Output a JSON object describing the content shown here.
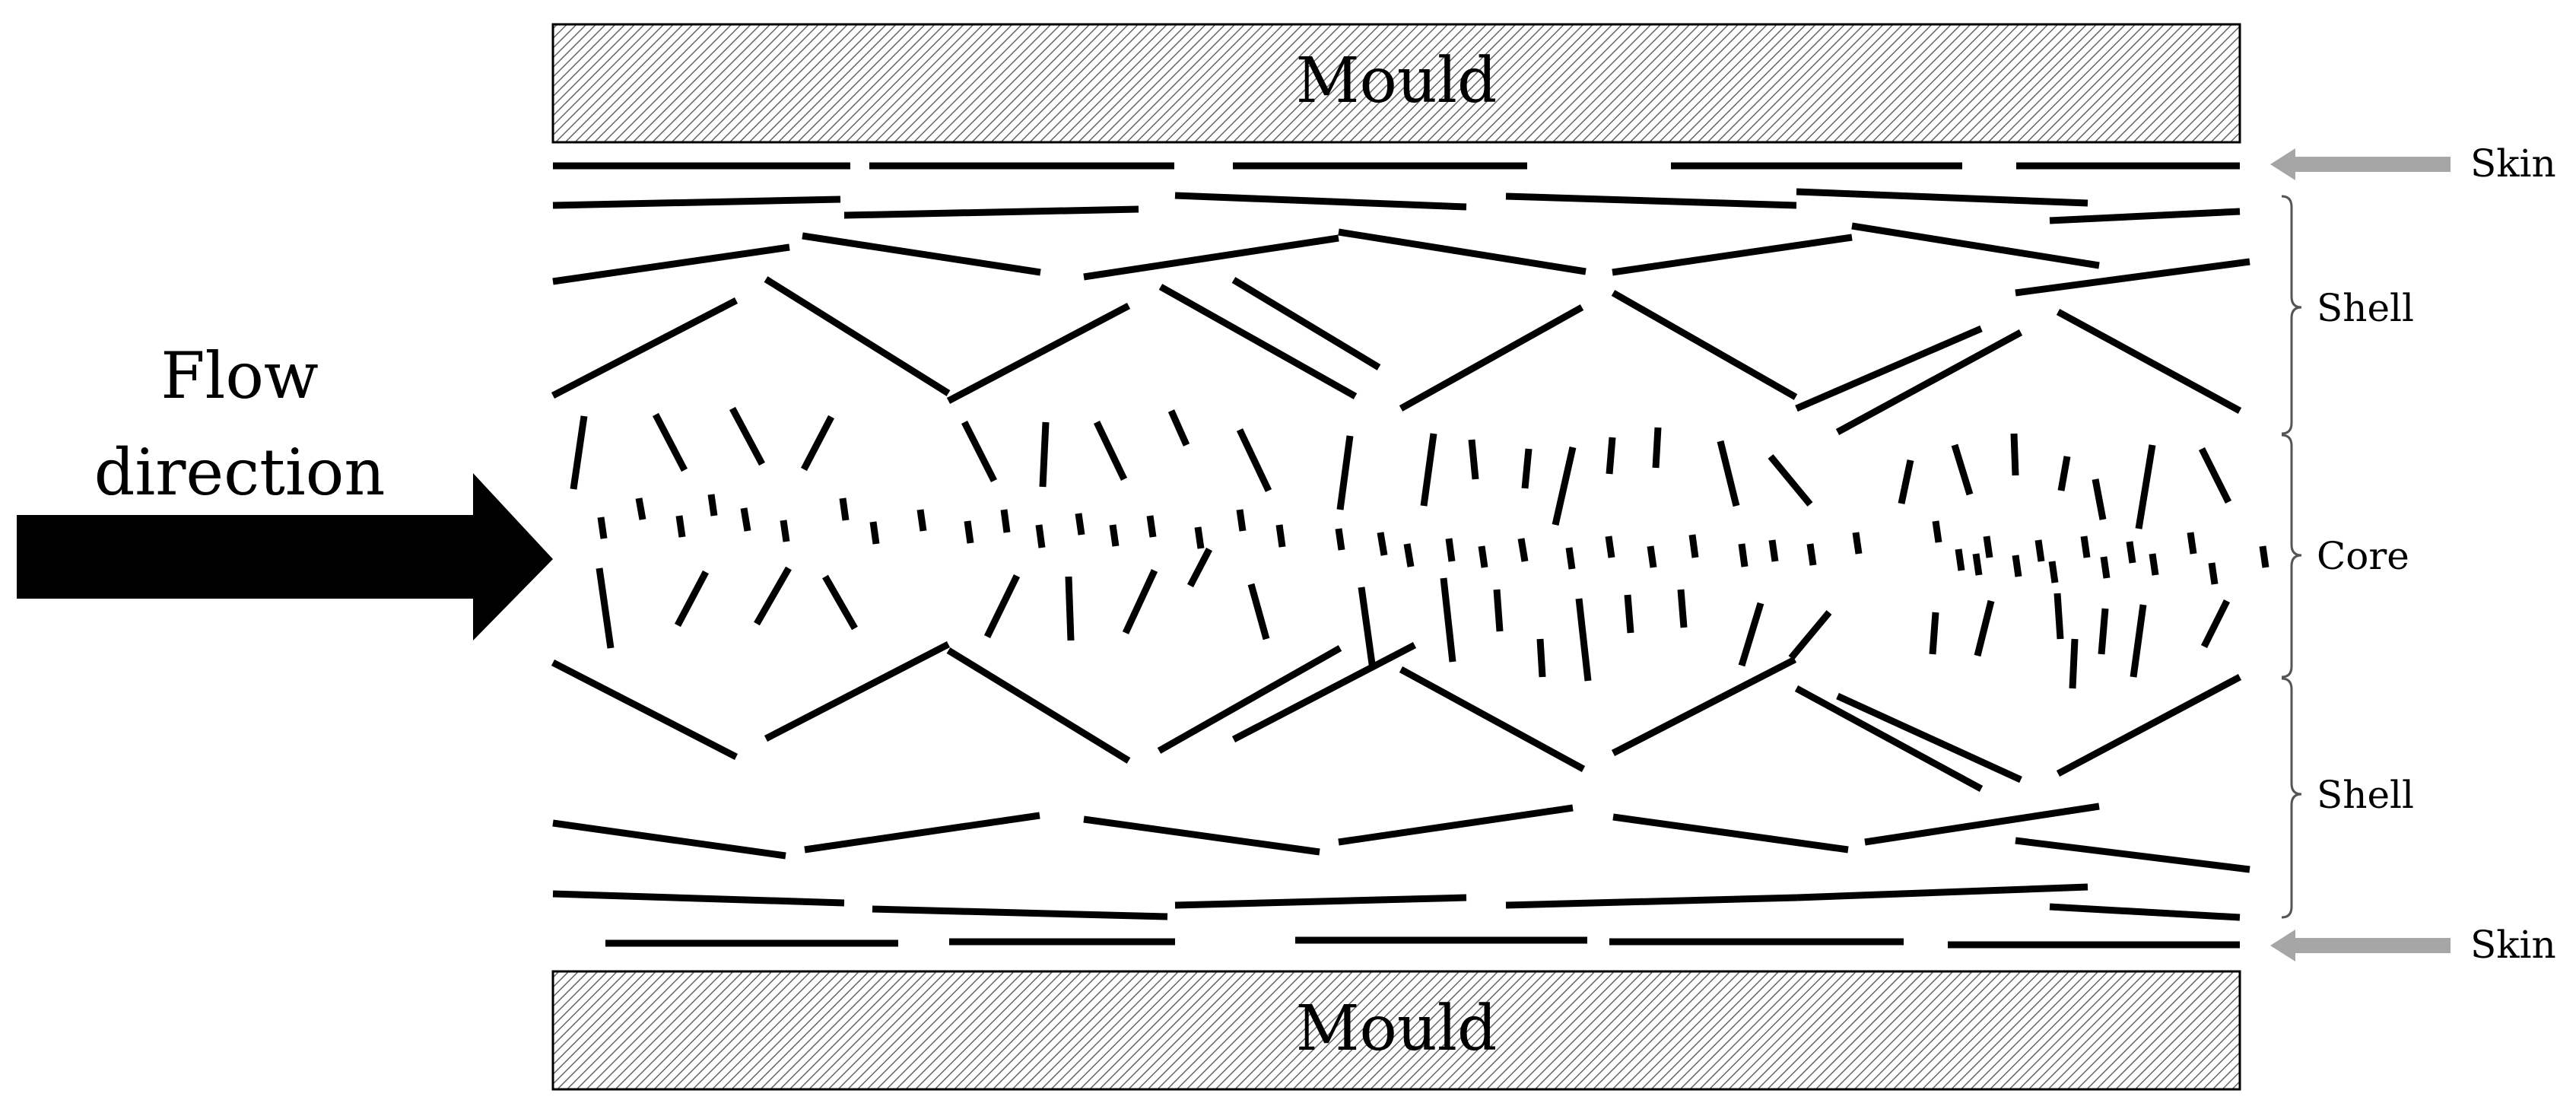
{
  "labels": {
    "flow_line1": "Flow",
    "flow_line2": "direction",
    "mould_top": "Mould",
    "mould_bottom": "Mould",
    "skin_top": "Skin",
    "shell_top": "Shell",
    "core": "Core",
    "shell_bottom": "Shell",
    "skin_bottom": "Skin"
  },
  "colors": {
    "fiber": "#000000",
    "arrow_flow": "#000000",
    "arrow_skin": "#a6a6a6",
    "hatch": "#555555",
    "bracket": "#555555"
  }
}
